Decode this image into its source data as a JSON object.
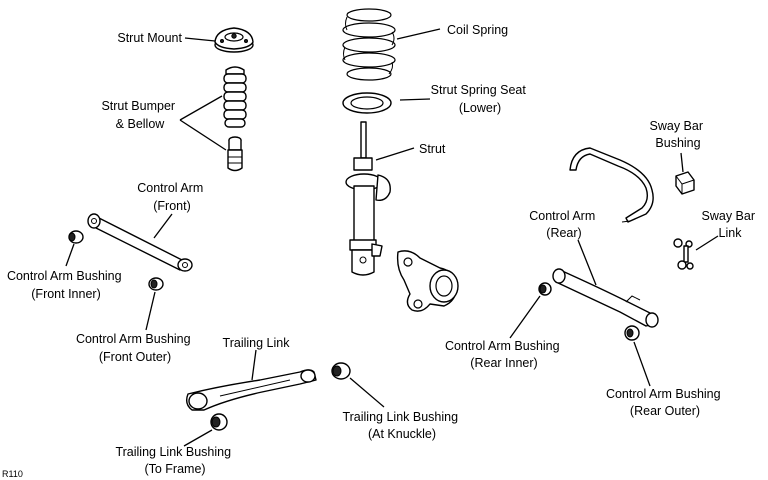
{
  "labels": {
    "strut_mount": [
      "Strut Mount"
    ],
    "strut_bumper": [
      "Strut Bumper",
      "& Bellow"
    ],
    "coil_spring": [
      "Coil Spring"
    ],
    "strut_spring_seat": [
      "Strut Spring Seat",
      "(Lower)"
    ],
    "strut": [
      "Strut"
    ],
    "sway_bar_bushing": [
      "Sway Bar",
      "Bushing"
    ],
    "control_arm_front": [
      "Control Arm",
      "(Front)"
    ],
    "control_arm_rear": [
      "Control Arm",
      "(Rear)"
    ],
    "sway_bar_link": [
      "Sway Bar",
      "Link"
    ],
    "ca_bushing_front_inner": [
      "Control Arm Bushing",
      "(Front Inner)"
    ],
    "ca_bushing_front_outer": [
      "Control Arm Bushing",
      "(Front Outer)"
    ],
    "trailing_link": [
      "Trailing Link"
    ],
    "ca_bushing_rear_inner": [
      "Control Arm Bushing",
      "(Rear Inner)"
    ],
    "ca_bushing_rear_outer": [
      "Control Arm Bushing",
      "(Rear Outer)"
    ],
    "trailing_link_bushing_knuckle": [
      "Trailing Link Bushing",
      "(At Knuckle)"
    ],
    "trailing_link_bushing_frame": [
      "Trailing Link Bushing",
      "(To Frame)"
    ]
  },
  "figure_code": "R110"
}
